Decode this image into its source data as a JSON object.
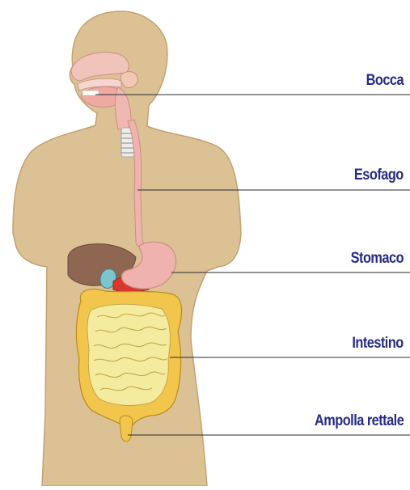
{
  "diagram": {
    "labels": [
      {
        "id": "bocca",
        "text": "Bocca"
      },
      {
        "id": "esofago",
        "text": "Esofago"
      },
      {
        "id": "stomaco",
        "text": "Stomaco"
      },
      {
        "id": "intestino",
        "text": "Intestino"
      },
      {
        "id": "ampolla",
        "text": "Ampolla rettale"
      }
    ],
    "colors": {
      "body_skin": "#dcc195",
      "body_outline": "#c3a272",
      "label_text": "#262b86",
      "esophagus": "#efb2ad",
      "liver": "#8e6652",
      "intestine": "#f4eb9f",
      "colon": "#f2c54c",
      "gallbladder": "#7ec4cf",
      "pancreas": "#d8382c"
    }
  }
}
